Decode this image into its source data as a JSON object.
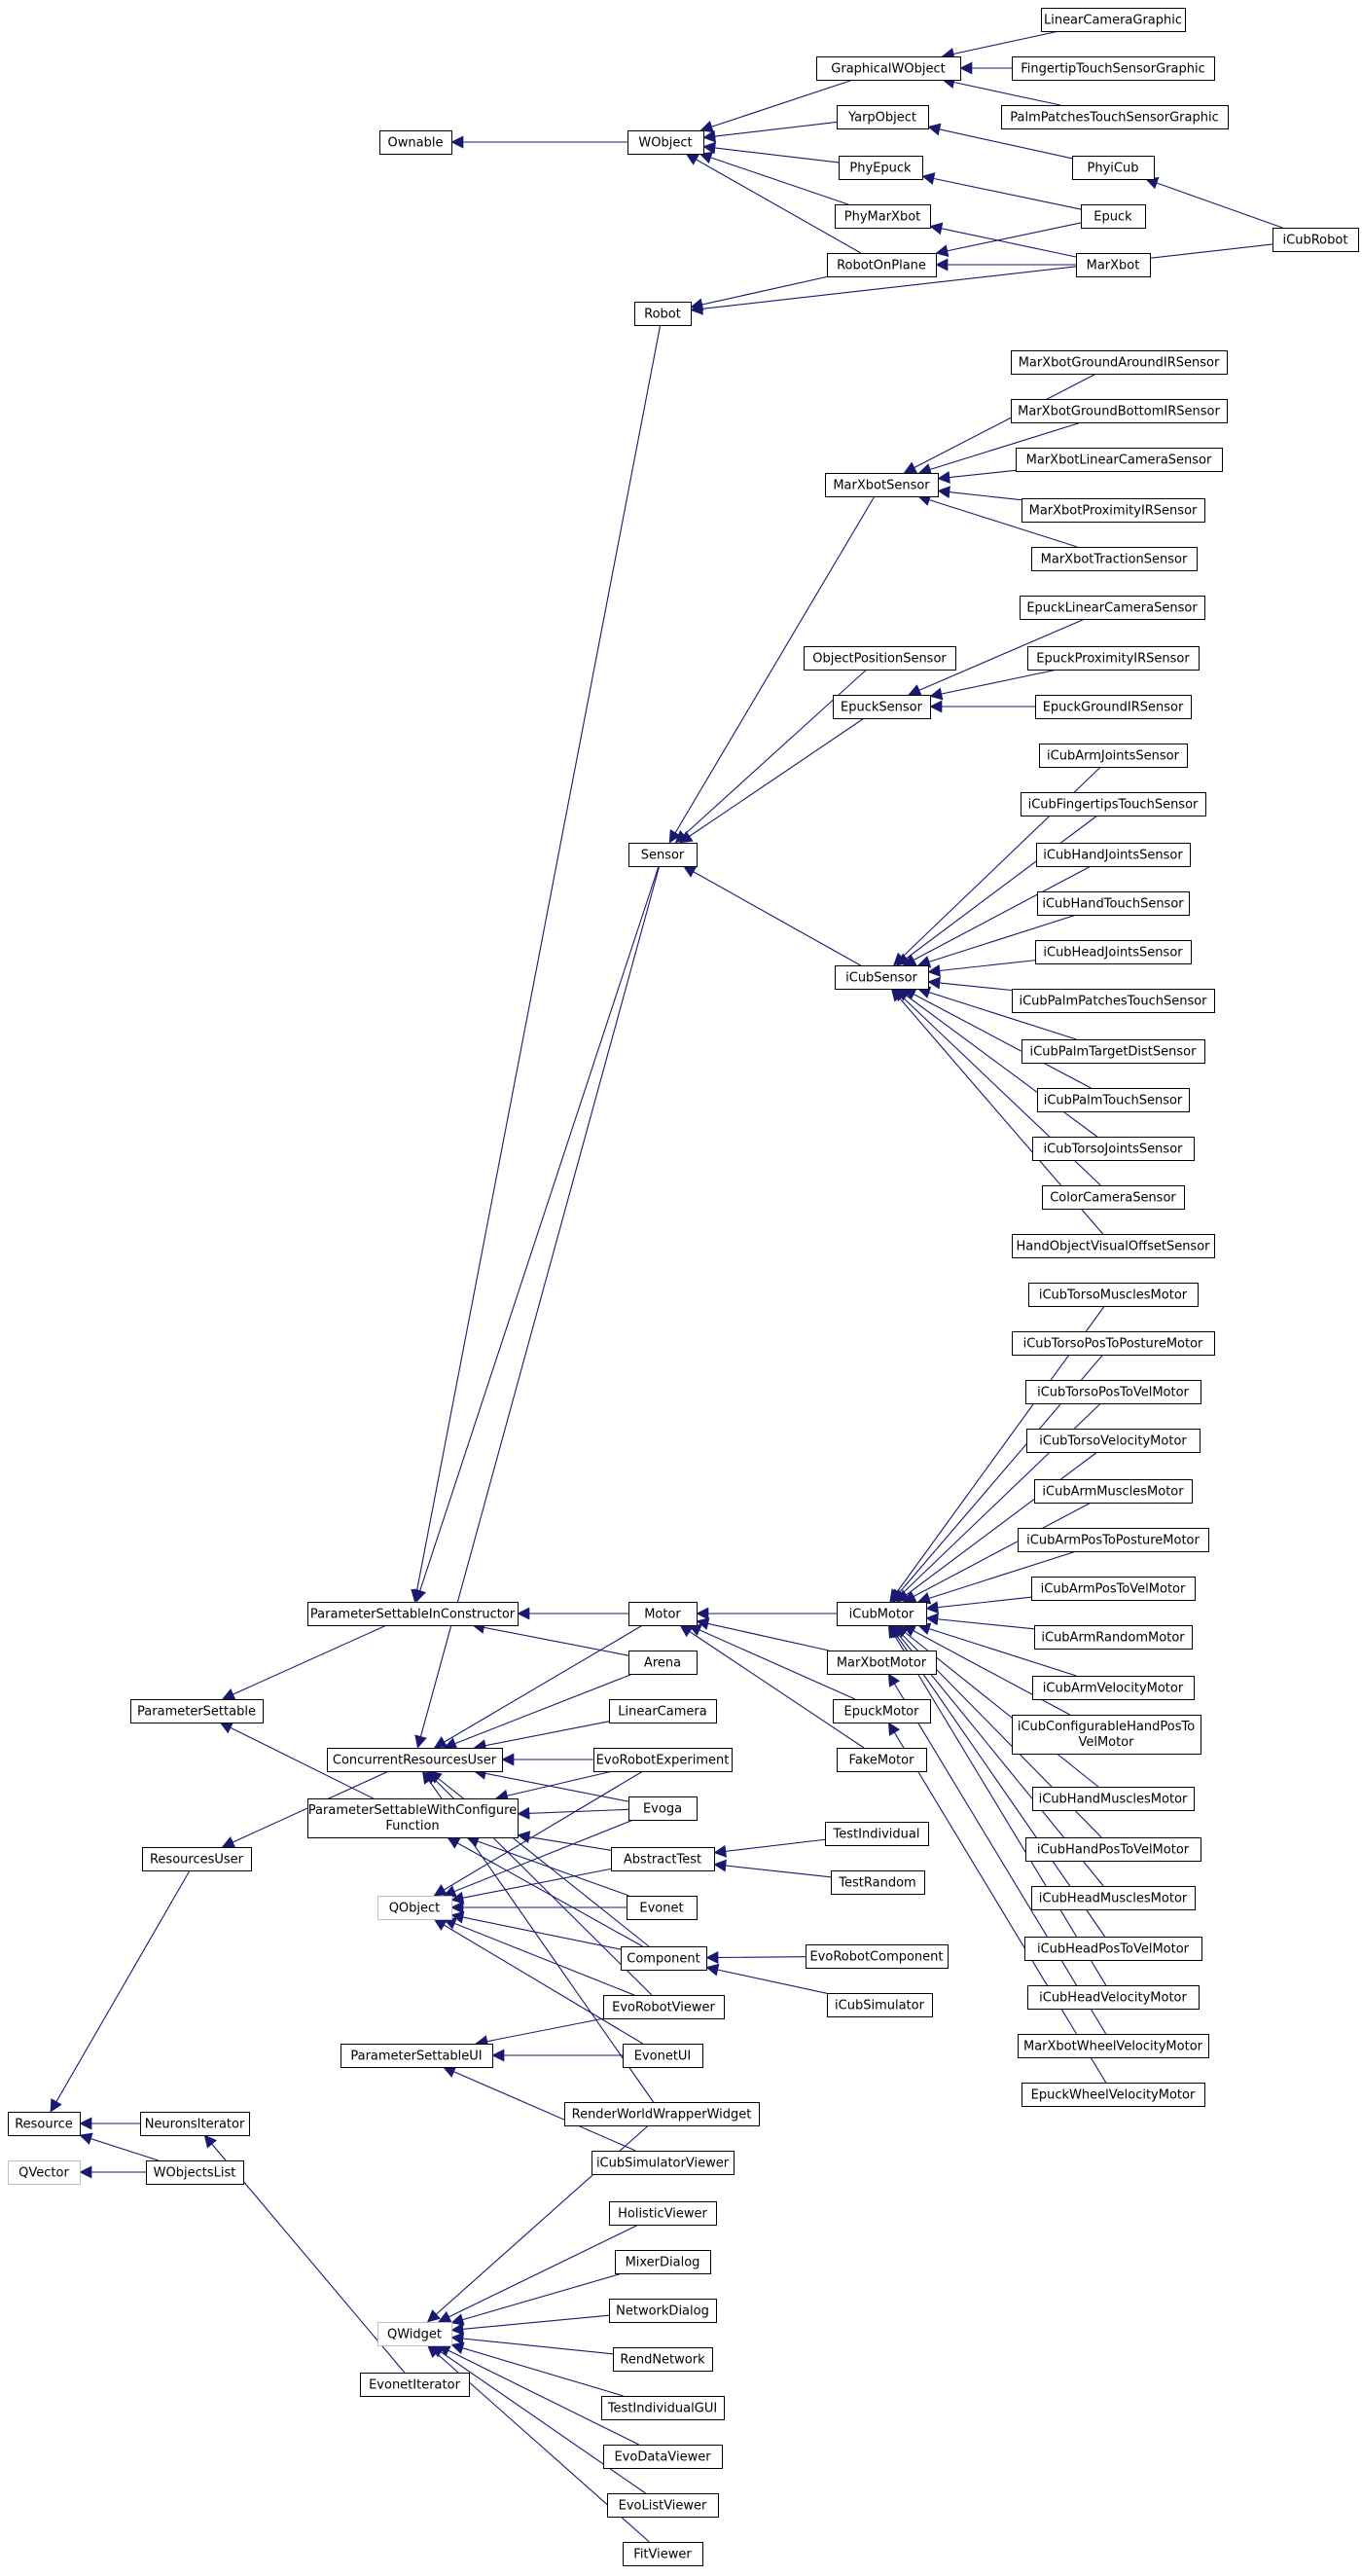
{
  "diagram": {
    "type": "class-inheritance-graph",
    "colors": {
      "edge": "#191970",
      "node_border": "#000000",
      "external_node_border": "#bfbfbf",
      "background": "#ffffff"
    },
    "nodes": [
      {
        "id": "LinearCameraGraphic",
        "label": "LinearCameraGraphic"
      },
      {
        "id": "GraphicalWObject",
        "label": "GraphicalWObject"
      },
      {
        "id": "FingertipTouchSensorGraphic",
        "label": "FingertipTouchSensorGraphic"
      },
      {
        "id": "Ownable",
        "label": "Ownable"
      },
      {
        "id": "WObject",
        "label": "WObject"
      },
      {
        "id": "YarpObject",
        "label": "YarpObject"
      },
      {
        "id": "PalmPatchesTouchSensorGraphic",
        "label": "PalmPatchesTouchSensorGraphic"
      },
      {
        "id": "PhyEpuck",
        "label": "PhyEpuck"
      },
      {
        "id": "PhyiCub",
        "label": "PhyiCub"
      },
      {
        "id": "PhyMarXbot",
        "label": "PhyMarXbot"
      },
      {
        "id": "Epuck",
        "label": "Epuck"
      },
      {
        "id": "iCubRobot",
        "label": "iCubRobot"
      },
      {
        "id": "RobotOnPlane",
        "label": "RobotOnPlane"
      },
      {
        "id": "MarXbot",
        "label": "MarXbot"
      },
      {
        "id": "Robot",
        "label": "Robot"
      },
      {
        "id": "MarXbotGroundAroundIRSensor",
        "label": "MarXbotGroundAroundIRSensor"
      },
      {
        "id": "MarXbotGroundBottomIRSensor",
        "label": "MarXbotGroundBottomIRSensor"
      },
      {
        "id": "MarXbotSensor",
        "label": "MarXbotSensor"
      },
      {
        "id": "MarXbotLinearCameraSensor",
        "label": "MarXbotLinearCameraSensor"
      },
      {
        "id": "MarXbotProximityIRSensor",
        "label": "MarXbotProximityIRSensor"
      },
      {
        "id": "MarXbotTractionSensor",
        "label": "MarXbotTractionSensor"
      },
      {
        "id": "EpuckLinearCameraSensor",
        "label": "EpuckLinearCameraSensor"
      },
      {
        "id": "ObjectPositionSensor",
        "label": "ObjectPositionSensor"
      },
      {
        "id": "EpuckProximityIRSensor",
        "label": "EpuckProximityIRSensor"
      },
      {
        "id": "EpuckSensor",
        "label": "EpuckSensor"
      },
      {
        "id": "EpuckGroundIRSensor",
        "label": "EpuckGroundIRSensor"
      },
      {
        "id": "iCubArmJointsSensor",
        "label": "iCubArmJointsSensor"
      },
      {
        "id": "iCubFingertipsTouchSensor",
        "label": "iCubFingertipsTouchSensor"
      },
      {
        "id": "Sensor",
        "label": "Sensor"
      },
      {
        "id": "iCubHandJointsSensor",
        "label": "iCubHandJointsSensor"
      },
      {
        "id": "iCubHandTouchSensor",
        "label": "iCubHandTouchSensor"
      },
      {
        "id": "iCubHeadJointsSensor",
        "label": "iCubHeadJointsSensor"
      },
      {
        "id": "iCubSensor",
        "label": "iCubSensor"
      },
      {
        "id": "iCubPalmPatchesTouchSensor",
        "label": "iCubPalmPatchesTouchSensor"
      },
      {
        "id": "iCubPalmTargetDistSensor",
        "label": "iCubPalmTargetDistSensor"
      },
      {
        "id": "iCubPalmTouchSensor",
        "label": "iCubPalmTouchSensor"
      },
      {
        "id": "iCubTorsoJointsSensor",
        "label": "iCubTorsoJointsSensor"
      },
      {
        "id": "ColorCameraSensor",
        "label": "ColorCameraSensor"
      },
      {
        "id": "HandObjectVisualOffsetSensor",
        "label": "HandObjectVisualOffsetSensor"
      },
      {
        "id": "iCubTorsoMusclesMotor",
        "label": "iCubTorsoMusclesMotor"
      },
      {
        "id": "iCubTorsoPosToPostureMotor",
        "label": "iCubTorsoPosToPostureMotor"
      },
      {
        "id": "iCubTorsoPosToVelMotor",
        "label": "iCubTorsoPosToVelMotor"
      },
      {
        "id": "iCubTorsoVelocityMotor",
        "label": "iCubTorsoVelocityMotor"
      },
      {
        "id": "iCubArmMusclesMotor",
        "label": "iCubArmMusclesMotor"
      },
      {
        "id": "iCubArmPosToPostureMotor",
        "label": "iCubArmPosToPostureMotor"
      },
      {
        "id": "iCubArmPosToVelMotor",
        "label": "iCubArmPosToVelMotor"
      },
      {
        "id": "ParameterSettableInConstructor",
        "label": "ParameterSettableInConstructor"
      },
      {
        "id": "Motor",
        "label": "Motor"
      },
      {
        "id": "iCubMotor",
        "label": "iCubMotor"
      },
      {
        "id": "iCubArmRandomMotor",
        "label": "iCubArmRandomMotor"
      },
      {
        "id": "Arena",
        "label": "Arena"
      },
      {
        "id": "MarXbotMotor",
        "label": "MarXbotMotor"
      },
      {
        "id": "iCubArmVelocityMotor",
        "label": "iCubArmVelocityMotor"
      },
      {
        "id": "ParameterSettable",
        "label": "ParameterSettable"
      },
      {
        "id": "LinearCamera",
        "label": "LinearCamera"
      },
      {
        "id": "EpuckMotor",
        "label": "EpuckMotor"
      },
      {
        "id": "iCubConfigurableHandPosToVelMotor",
        "label": "iCubConfigurableHandPosTo VelMotor"
      },
      {
        "id": "ConcurrentResourcesUser",
        "label": "ConcurrentResourcesUser"
      },
      {
        "id": "EvoRobotExperiment",
        "label": "EvoRobotExperiment"
      },
      {
        "id": "FakeMotor",
        "label": "FakeMotor"
      },
      {
        "id": "ParameterSettableWithConfigureFunction",
        "label": "ParameterSettableWithConfigure Function"
      },
      {
        "id": "Evoga",
        "label": "Evoga"
      },
      {
        "id": "iCubHandMusclesMotor",
        "label": "iCubHandMusclesMotor"
      },
      {
        "id": "TestIndividual",
        "label": "TestIndividual"
      },
      {
        "id": "ResourcesUser",
        "label": "ResourcesUser"
      },
      {
        "id": "AbstractTest",
        "label": "AbstractTest"
      },
      {
        "id": "iCubHandPosToVelMotor",
        "label": "iCubHandPosToVelMotor"
      },
      {
        "id": "TestRandom",
        "label": "TestRandom"
      },
      {
        "id": "QObject",
        "label": "QObject"
      },
      {
        "id": "Evonet",
        "label": "Evonet"
      },
      {
        "id": "iCubHeadMusclesMotor",
        "label": "iCubHeadMusclesMotor"
      },
      {
        "id": "EvoRobotComponent",
        "label": "EvoRobotComponent"
      },
      {
        "id": "Component",
        "label": "Component"
      },
      {
        "id": "iCubHeadPosToVelMotor",
        "label": "iCubHeadPosToVelMotor"
      },
      {
        "id": "iCubSimulator",
        "label": "iCubSimulator"
      },
      {
        "id": "EvoRobotViewer",
        "label": "EvoRobotViewer"
      },
      {
        "id": "iCubHeadVelocityMotor",
        "label": "iCubHeadVelocityMotor"
      },
      {
        "id": "ParameterSettableUI",
        "label": "ParameterSettableUI"
      },
      {
        "id": "EvonetUI",
        "label": "EvonetUI"
      },
      {
        "id": "MarXbotWheelVelocityMotor",
        "label": "MarXbotWheelVelocityMotor"
      },
      {
        "id": "EpuckWheelVelocityMotor",
        "label": "EpuckWheelVelocityMotor"
      },
      {
        "id": "Resource",
        "label": "Resource"
      },
      {
        "id": "NeuronsIterator",
        "label": "NeuronsIterator"
      },
      {
        "id": "RenderWorldWrapperWidget",
        "label": "RenderWorldWrapperWidget"
      },
      {
        "id": "QVector",
        "label": "QVector"
      },
      {
        "id": "WObjectsList",
        "label": "WObjectsList"
      },
      {
        "id": "iCubSimulatorViewer",
        "label": "iCubSimulatorViewer"
      },
      {
        "id": "HolisticViewer",
        "label": "HolisticViewer"
      },
      {
        "id": "MixerDialog",
        "label": "MixerDialog"
      },
      {
        "id": "NetworkDialog",
        "label": "NetworkDialog"
      },
      {
        "id": "QWidget",
        "label": "QWidget"
      },
      {
        "id": "RendNetwork",
        "label": "RendNetwork"
      },
      {
        "id": "EvonetIterator",
        "label": "EvonetIterator"
      },
      {
        "id": "TestIndividualGUI",
        "label": "TestIndividualGUI"
      },
      {
        "id": "EvoDataViewer",
        "label": "EvoDataViewer"
      },
      {
        "id": "EvoListViewer",
        "label": "EvoListViewer"
      },
      {
        "id": "FitViewer",
        "label": "FitViewer"
      }
    ]
  }
}
